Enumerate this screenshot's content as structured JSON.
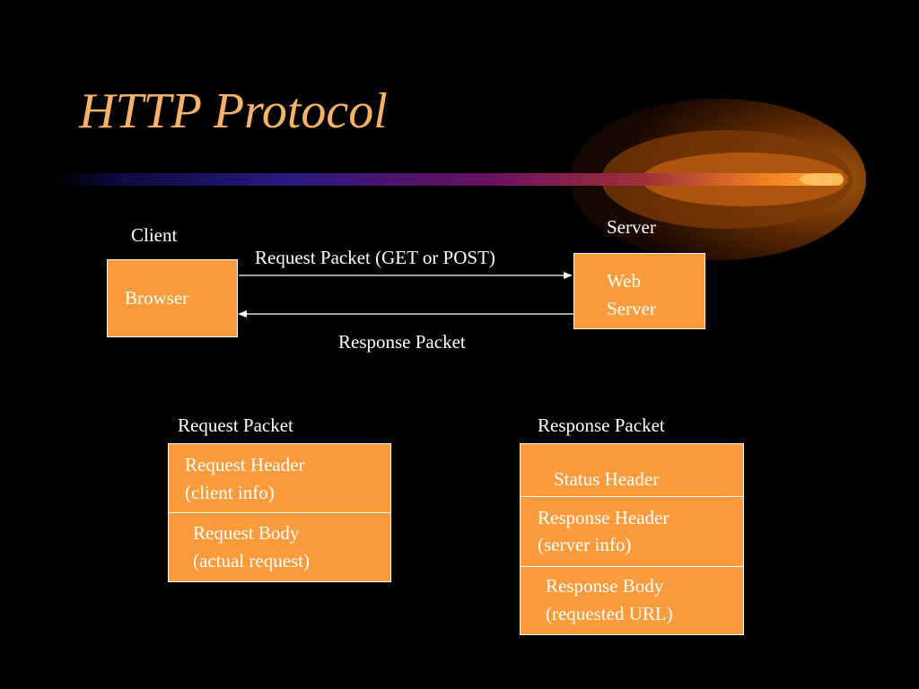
{
  "slide": {
    "title": "HTTP Protocol",
    "colors": {
      "background": "#000000",
      "title": "#f7b267",
      "box_fill": "#fb9b3c",
      "box_border": "#ffffff",
      "text": "#ffffff"
    }
  },
  "flow": {
    "client_label": "Client",
    "server_label": "Server",
    "client_box": "Browser",
    "server_box": [
      "Web",
      "Server"
    ],
    "request_arrow_label": "Request Packet (GET or POST)",
    "response_arrow_label": "Response Packet"
  },
  "request_packet": {
    "label": "Request Packet",
    "sections": [
      [
        "Request Header",
        "(client info)"
      ],
      [
        "Request Body",
        "(actual request)"
      ]
    ]
  },
  "response_packet": {
    "label": "Response Packet",
    "sections": [
      [
        "Status Header"
      ],
      [
        "Response Header",
        "(server info)"
      ],
      [
        "Response Body",
        "(requested URL)"
      ]
    ]
  }
}
